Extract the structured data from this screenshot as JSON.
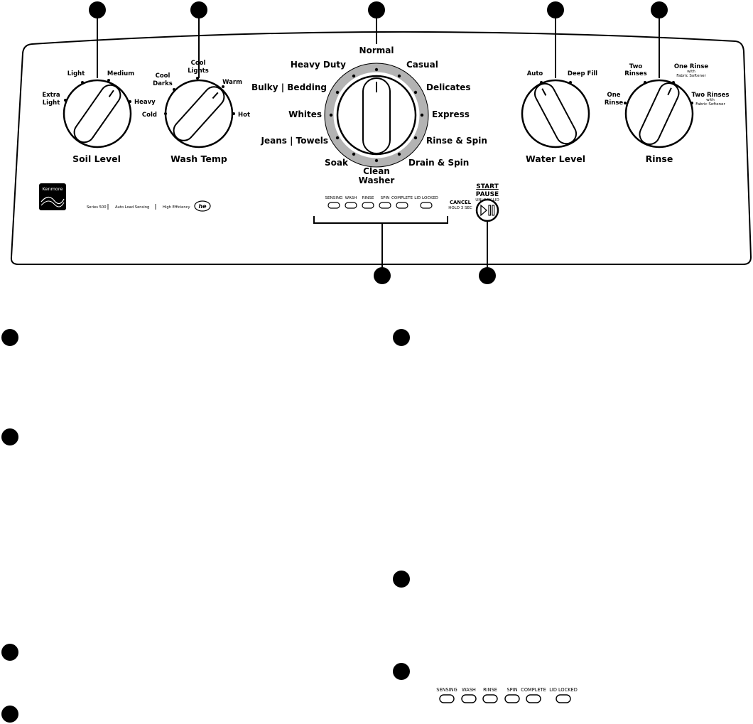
{
  "soil_level": {
    "title": "Soil Level",
    "options": [
      "Extra",
      "Light",
      "Light",
      "Medium",
      "Heavy"
    ]
  },
  "wash_temp": {
    "title": "Wash Temp",
    "options": [
      "Cold",
      "Cool",
      "Darks",
      "Cool",
      "Lights",
      "Warm",
      "Hot"
    ]
  },
  "cycle": {
    "top": "Normal",
    "left": [
      "Heavy Duty",
      "Bulky | Bedding",
      "Whites",
      "Jeans | Towels",
      "Soak"
    ],
    "right": [
      "Casual",
      "Delicates",
      "Express",
      "Rinse & Spin",
      "Drain & Spin"
    ],
    "bottom": [
      "Clean",
      "Washer"
    ]
  },
  "water_level": {
    "title": "Water Level",
    "options": [
      "Auto",
      "Deep Fill"
    ]
  },
  "rinse": {
    "title": "Rinse",
    "options": [
      "Two",
      "Rinses",
      "One Rinse",
      "with",
      "Fabric Softener",
      "One",
      "Rinse",
      "Two Rinses",
      "with",
      "Fabric Softener"
    ]
  },
  "brand": {
    "logo_text": "Kenmore",
    "series": "Series 500",
    "sensing": "Auto Load Sensing",
    "efficiency": "High Efficiency",
    "he_logo": "he"
  },
  "status_lights": [
    "SENSING",
    "WASH",
    "RINSE",
    "SPIN",
    "COMPLETE",
    "LID LOCKED"
  ],
  "start_pause": {
    "start": "START",
    "pause": "PAUSE",
    "unlock": "UNLOCK LID",
    "cancel": "CANCEL",
    "hold": "HOLD 3 SEC",
    "icon": "play-pause-icon"
  },
  "colors": {
    "ink": "#000000",
    "cycle_ring": "#b3b3b3",
    "background": "#ffffff"
  }
}
